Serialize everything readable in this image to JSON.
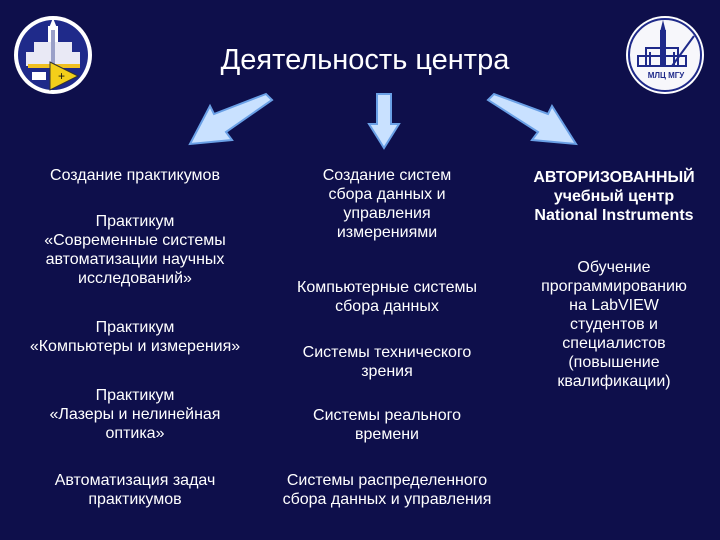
{
  "title": "Деятельность центра",
  "logos": {
    "left": {
      "name": "msu-logo",
      "text": "+"
    },
    "right": {
      "name": "mlc-msu-logo",
      "text": "МЛЦ МГУ"
    }
  },
  "columns": {
    "left": {
      "heading": "Создание практикумов",
      "items": [
        [
          "Практикум",
          "«Современные системы",
          "автоматизации научных",
          "исследований»"
        ],
        [
          "Практикум",
          "«Компьютеры и измерения»"
        ],
        [
          "Практикум",
          "«Лазеры и нелинейная",
          "оптика»"
        ],
        [
          "Автоматизация задач",
          "практикумов"
        ]
      ]
    },
    "middle": {
      "heading": [
        "Создание систем",
        "сбора данных и",
        "управления",
        "измерениями"
      ],
      "items": [
        [
          "Компьютерные системы",
          "сбора данных"
        ],
        [
          "Системы технического",
          "зрения"
        ],
        [
          "Системы реального",
          "времени"
        ],
        [
          "Системы распределенного",
          "сбора данных и управления"
        ]
      ]
    },
    "right": {
      "heading": [
        "АВТОРИЗОВАННЫЙ",
        "учебный центр",
        "National Instruments"
      ],
      "body": [
        "Обучение",
        "программированию",
        "на LabVIEW",
        "студентов и",
        "специалистов",
        "(повышение",
        "квалификации)"
      ]
    }
  },
  "colors": {
    "background": "#0e0f4b",
    "arrow_fill": "#c9e1ff",
    "arrow_stroke": "#6aa0e6",
    "text": "#ffffff"
  }
}
